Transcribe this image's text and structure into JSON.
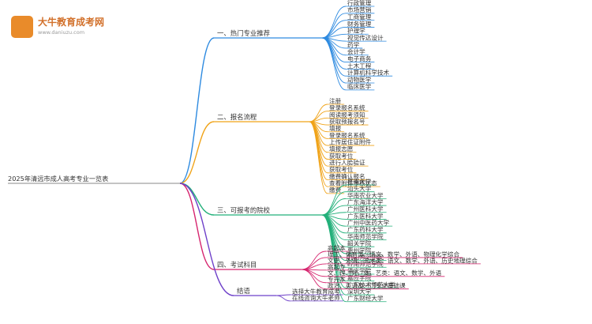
{
  "logo": {
    "name": "大牛教育成考网",
    "url": "www.daniuzu.com"
  },
  "root": "2025年清远市成人高考专业一览表",
  "branches": [
    {
      "key": "hot",
      "label": "一、热门专业推荐",
      "color": "#2d8ae0",
      "items": [
        "行政管理",
        "市场营销",
        "工商管理",
        "财务管理",
        "护理学",
        "视觉传达设计",
        "药学",
        "会计学",
        "电子商务",
        "土木工程",
        "计算机科学技术",
        "动物医学",
        "临床医学"
      ]
    },
    {
      "key": "flow",
      "label": "二、报名流程",
      "color": "#f0a318",
      "items": [
        "注册",
        "登录报名系统",
        "阅读报考须知",
        "获取预报名号",
        "填报",
        "登录报名系统",
        "上传居住证附件",
        "填报志愿",
        "获取考位",
        "进行人脸验证",
        "获取考位",
        "缴费确认报名",
        "查看附件审核状态",
        "缴费"
      ]
    },
    {
      "key": "schools",
      "label": "三、可报考的院校",
      "color": "#23b07a",
      "items": [
        "暨南大学",
        "汕头大学",
        "华南农业大学",
        "广东海洋大学",
        "广州医科大学",
        "广东医科大学",
        "广州中医药大学",
        "广东药科大学",
        "华南师范学院",
        "韶关学院",
        "惠州学院",
        "韩山师范学院",
        "岭南师范学院",
        "肇庆学院",
        "嘉应学院",
        "广东技术师范大学",
        "深圳大学",
        "广东财经大学"
      ]
    },
    {
      "key": "exam",
      "label": "四、考试科目",
      "color": "#d6246e",
      "items": [
        "高起本",
        "理工、体育类：语文、数学、外语、物理化学综合",
        "文史、外语、艺术类：语文、数学、外语、历史地理综合",
        "高起专",
        "文、理、外、体、艺类：语文、数学、外语",
        "专升本",
        "政治、英语及一门专业基础课"
      ]
    },
    {
      "key": "end",
      "label": "结语",
      "color": "#6e40c9",
      "items": [
        "选择大牛教育成考",
        "在线咨询大牛老师"
      ]
    }
  ]
}
